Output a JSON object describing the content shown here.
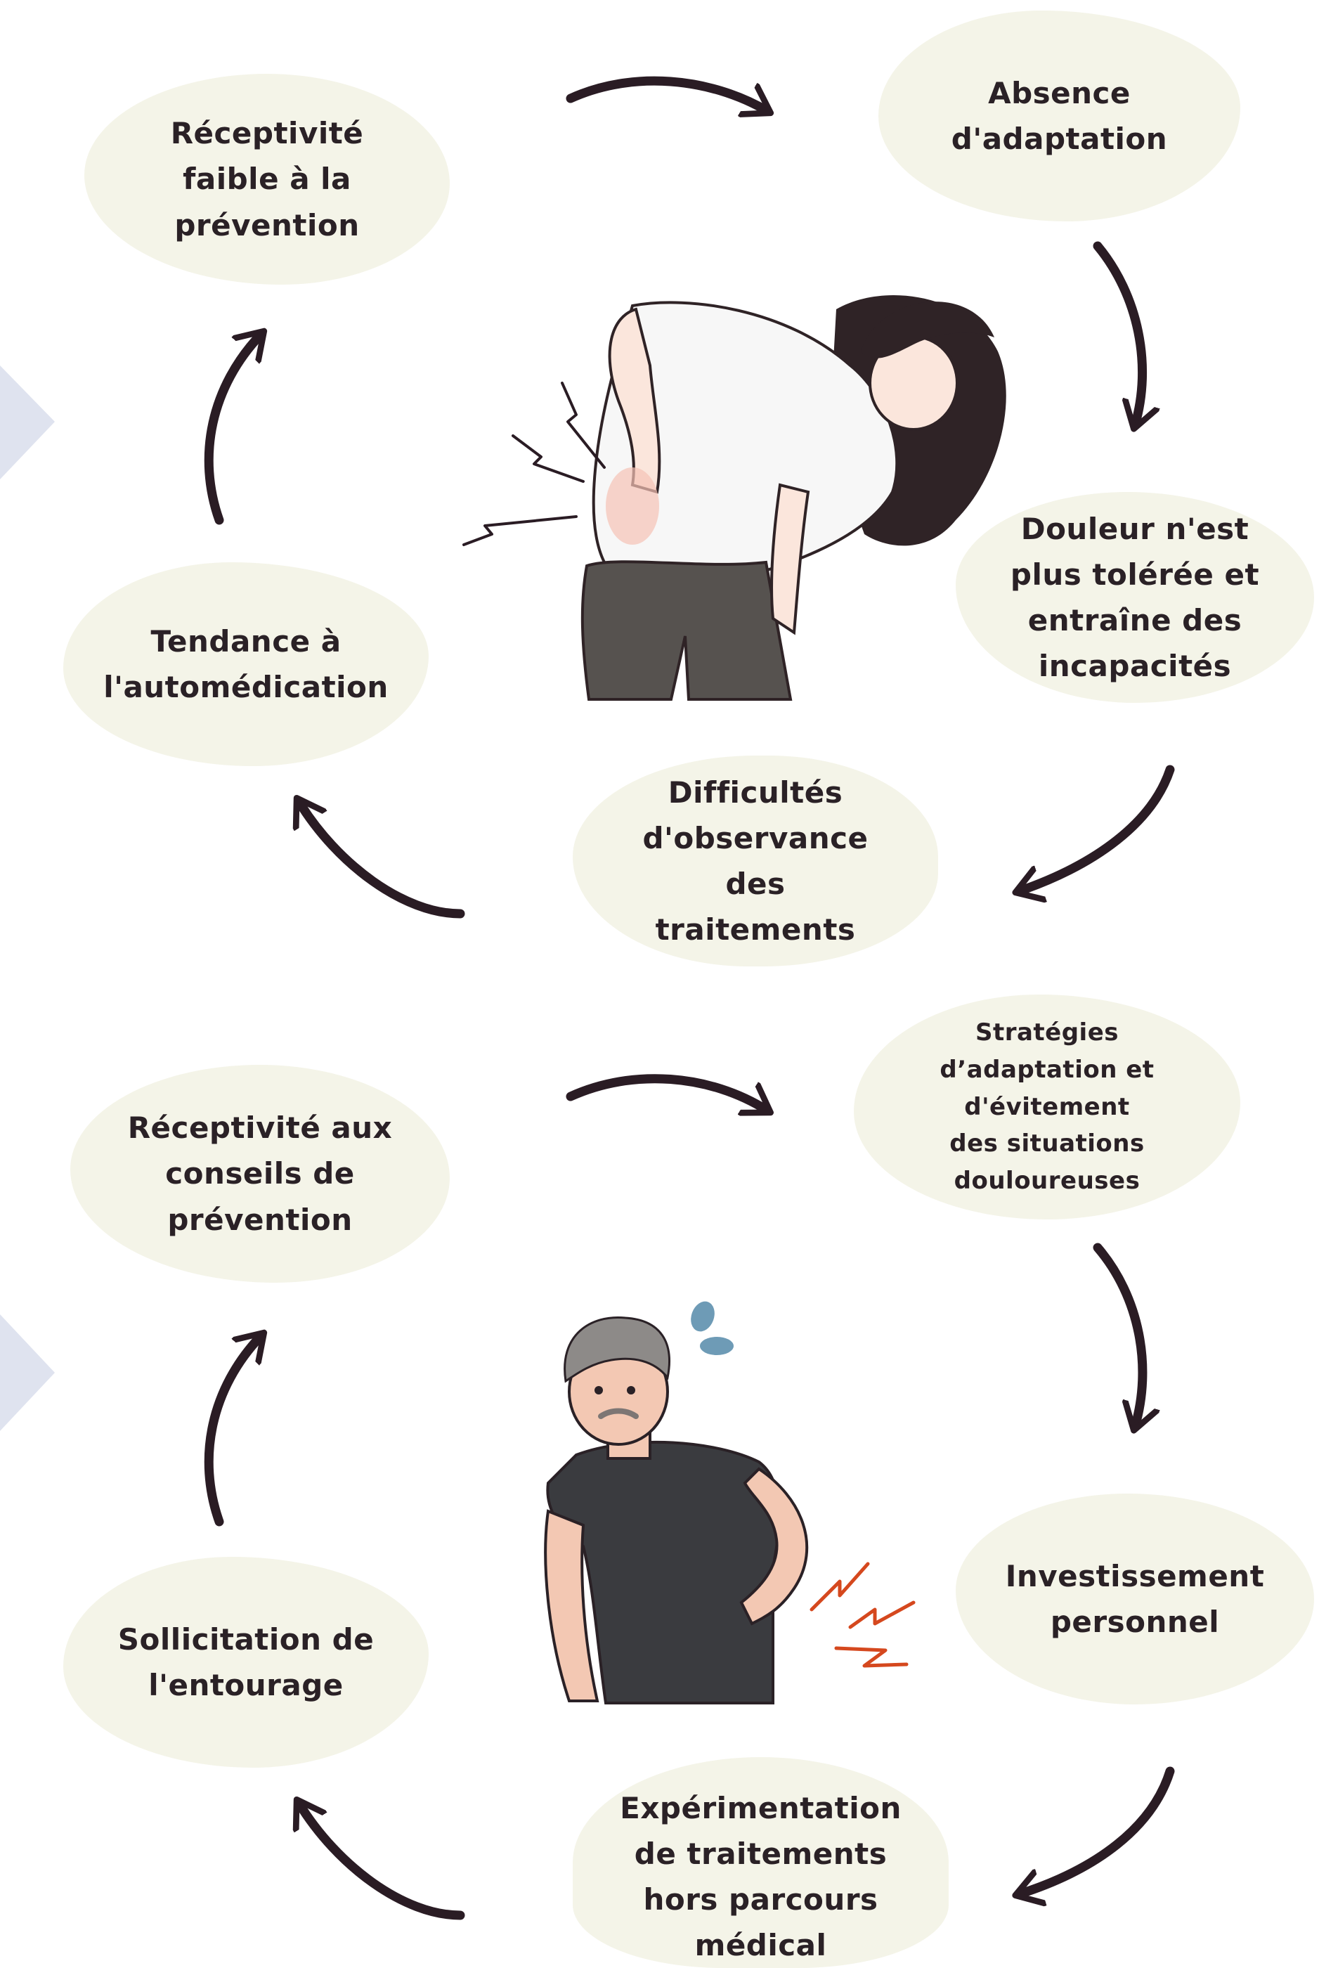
{
  "colors": {
    "blob_fill": "#f4f4e8",
    "text": "#2a2126",
    "arrow": "#2a1c24",
    "side_chevron": "#dfe3ef",
    "pain_spark_woman": "#2a1c24",
    "pain_spark_man": "#d5481e"
  },
  "cycle_top": {
    "nodes": [
      {
        "id": "absence-adaptation",
        "label": "Absence\nd'adaptation"
      },
      {
        "id": "douleur-incapacites",
        "label": "Douleur n'est\nplus tolérée et\nentraîne des\nincapacités"
      },
      {
        "id": "difficultes-observance",
        "label": "Difficultés\nd'observance\ndes\ntraitements"
      },
      {
        "id": "tendance-automedication",
        "label": "Tendance à\nl'automédication"
      },
      {
        "id": "receptivite-faible",
        "label": "Réceptivité\nfaible à la\nprévention"
      }
    ],
    "illustration": "woman-back-pain-illustration"
  },
  "cycle_bottom": {
    "nodes": [
      {
        "id": "strategies-adaptation",
        "label": "Stratégies\nd’adaptation et\nd'évitement\ndes situations\ndouloureuses"
      },
      {
        "id": "investissement-personnel",
        "label": "Investissement\npersonnel"
      },
      {
        "id": "experimentation-traitements",
        "label": "Expérimentation\nde traitements\nhors parcours\nmédical"
      },
      {
        "id": "sollicitation-entourage",
        "label": "Sollicitation de\nl'entourage"
      },
      {
        "id": "receptivite-conseils",
        "label": "Réceptivité aux\nconseils de\nprévention"
      }
    ],
    "illustration": "elderly-man-back-pain-illustration"
  },
  "icons": [
    "curved-arrow-icon",
    "chevron-right-icon",
    "pain-spark-icon",
    "sweat-drop-icon"
  ]
}
